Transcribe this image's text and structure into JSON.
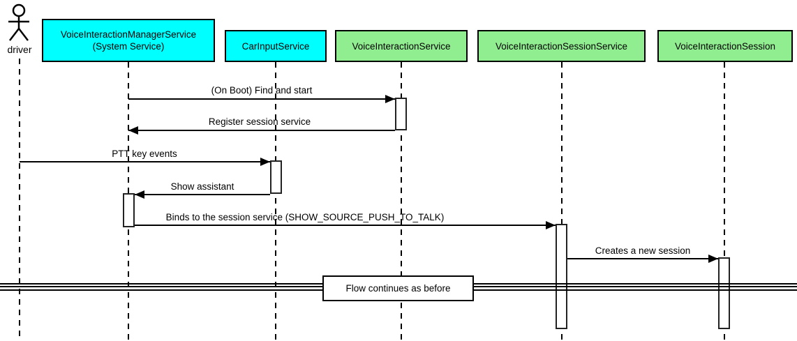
{
  "diagram": {
    "type": "uml-sequence-diagram",
    "colors": {
      "participant_cyan": "#00ffff",
      "participant_green": "#90ee90",
      "line": "#000000",
      "background": "#ffffff"
    },
    "actor": {
      "label": "driver"
    },
    "participants": [
      {
        "id": "voice-interaction-manager-service",
        "label_line1": "VoiceInteractionManagerService",
        "label_line2": "(System Service)",
        "color": "#00ffff"
      },
      {
        "id": "car-input-service",
        "label": "CarInputService",
        "color": "#00ffff"
      },
      {
        "id": "voice-interaction-service",
        "label": "VoiceInteractionService",
        "color": "#90ee90"
      },
      {
        "id": "voice-interaction-session-service",
        "label": "VoiceInteractionSessionService",
        "color": "#90ee90"
      },
      {
        "id": "voice-interaction-session",
        "label": "VoiceInteractionSession",
        "color": "#90ee90"
      }
    ],
    "messages": [
      {
        "label": "(On Boot) Find and start",
        "from": "VoiceInteractionManagerService",
        "to": "VoiceInteractionService",
        "direction": "right"
      },
      {
        "label": "Register session service",
        "from": "VoiceInteractionService",
        "to": "VoiceInteractionManagerService",
        "direction": "left"
      },
      {
        "label": "PTT key events",
        "from": "driver",
        "to": "CarInputService",
        "direction": "right"
      },
      {
        "label": "Show assistant",
        "from": "CarInputService",
        "to": "VoiceInteractionManagerService",
        "direction": "left"
      },
      {
        "label": "Binds to the session service (SHOW_SOURCE_PUSH_TO_TALK)",
        "from": "VoiceInteractionManagerService",
        "to": "VoiceInteractionSessionService",
        "direction": "right"
      },
      {
        "label": "Creates a new session",
        "from": "VoiceInteractionSessionService",
        "to": "VoiceInteractionSession",
        "direction": "right"
      }
    ],
    "divider": {
      "label": "Flow continues as before"
    }
  }
}
